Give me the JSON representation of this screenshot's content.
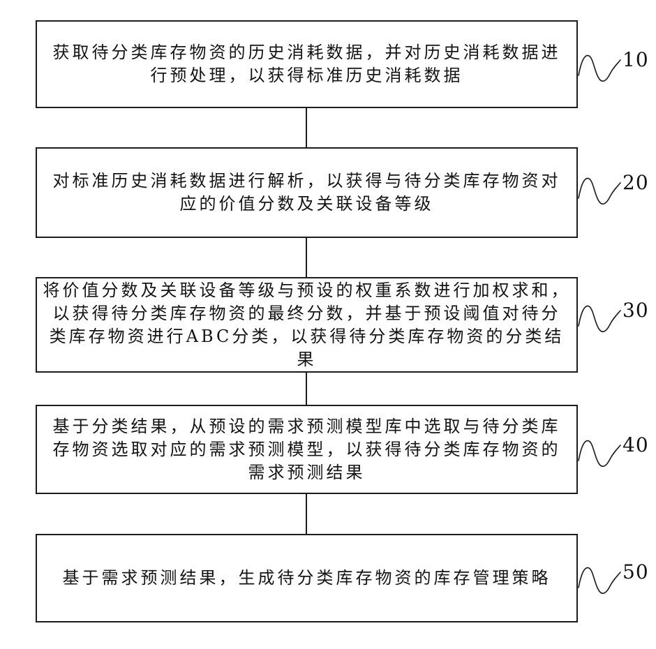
{
  "figure": {
    "type": "flowchart",
    "background_color": "#ffffff",
    "ink_color": "#141414",
    "description": "Vertical five-step patent flowchart for inventory material classification and demand forecasting"
  },
  "steps": [
    {
      "id": "10",
      "lines": [
        "获取待分类库存物资的历史消耗数据，并对历史消耗数据进",
        "行预处理，以获得标准历史消耗数据"
      ]
    },
    {
      "id": "20",
      "lines": [
        "对标准历史消耗数据进行解析，以获得与待分类库存物资对",
        "应的价值分数及关联设备等级"
      ]
    },
    {
      "id": "30",
      "lines": [
        "将价值分数及关联设备等级与预设的权重系数进行加权求和，",
        "以获得待分类库存物资的最终分数，并基于预设阈值对待分",
        "类库存物资进行ABC分类，以获得待分类库存物资的分类结",
        "果"
      ]
    },
    {
      "id": "40",
      "lines": [
        "基于分类结果，从预设的需求预测模型库中选取与待分类库",
        "存物资选取对应的需求预测模型，以获得待分类库存物资的",
        "需求预测结果"
      ]
    },
    {
      "id": "50",
      "lines": [
        "基于需求预测结果，生成待分类库存物资的库存管理策略"
      ]
    }
  ]
}
